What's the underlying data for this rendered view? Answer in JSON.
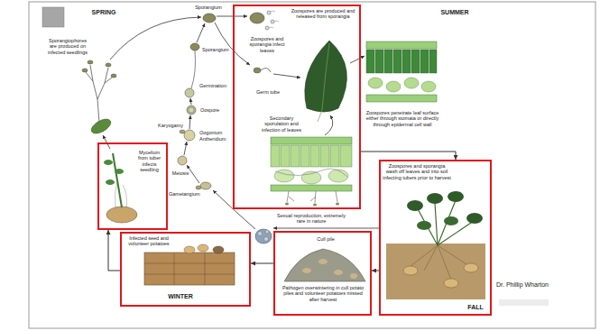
{
  "diagram": {
    "nodes": [
      {
        "text": [
          "Zoospores are produced and released from sporangia",
          "Zoospores and sporangia infect leaves",
          "Germ tube",
          "Secondary sporulation and infection of leaves"
        ]
      },
      {
        "text": [
          "Mycelium from tuber infects seedling"
        ]
      },
      {
        "text": [
          "Zoospores and sporangia wash off leaves and into soil infecting tubers prior to harvest",
          "FALL"
        ]
      },
      {
        "text": [
          "Infected seed and volunteer potatoes",
          "WINTER"
        ]
      },
      {
        "text": [
          "Cull pile",
          "Pathogen overwintering in cull potato piles and volunteer potatoes missed after harvest"
        ]
      }
    ],
    "edges": [
      {
        "from": 0,
        "to": 2,
        "arrow": "to"
      },
      {
        "from": 2,
        "to": 4,
        "arrow": "to"
      },
      {
        "from": 4,
        "to": 3,
        "arrow": "to"
      },
      {
        "from": 3,
        "to": 1,
        "arrow": "to"
      }
    ],
    "labels": [
      "SPRING",
      "Sporangium",
      "SUMMER",
      "Sporangiophores are produced on infected seedlings",
      "Zoospores penetrate leaf surface either through stomata or directly through epidermal cell wall",
      "Sporangium",
      "Germination",
      "Oospore",
      "Karyogamy",
      "Oogonium",
      "Antheridium",
      "Meiosis",
      "Gametangium",
      "Sexual reproduction, extremely rare in nature",
      "Dr. Phillip Wharton"
    ]
  }
}
